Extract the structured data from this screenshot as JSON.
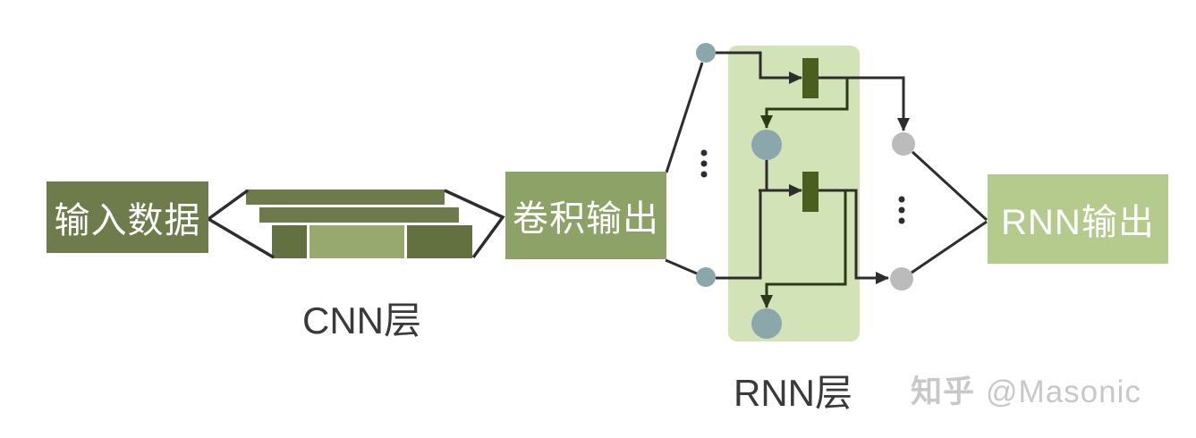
{
  "diagram": {
    "input_box_label": "输入数据",
    "cnn_layer_label": "CNN层",
    "conv_output_label": "卷积输出",
    "rnn_layer_label": "RNN层",
    "rnn_output_label": "RNN输出"
  },
  "watermark": {
    "brand": "知乎",
    "handle": "@Masonic"
  },
  "colors": {
    "input_box_green": "#6e7c4c",
    "bar_olive": "#6d7b4a",
    "bar_segment_dark": "#637141",
    "bar_segment_light": "#97a96c",
    "conv_box_green": "#8da266",
    "rnn_region_bg": "#d2e3b8",
    "rnn_cell_dark_green": "#4a5e1e",
    "rnn_output_green": "#b5ca8d",
    "node_teal": "#8ba7ab",
    "node_gray": "#bbbbbb",
    "line_dark": "#2d2d2d",
    "wire_dark_green": "#2c3a16",
    "label_text": "#3a3a3a",
    "watermark_gray": "#c8c8c8",
    "box_text": "#ffffff"
  }
}
